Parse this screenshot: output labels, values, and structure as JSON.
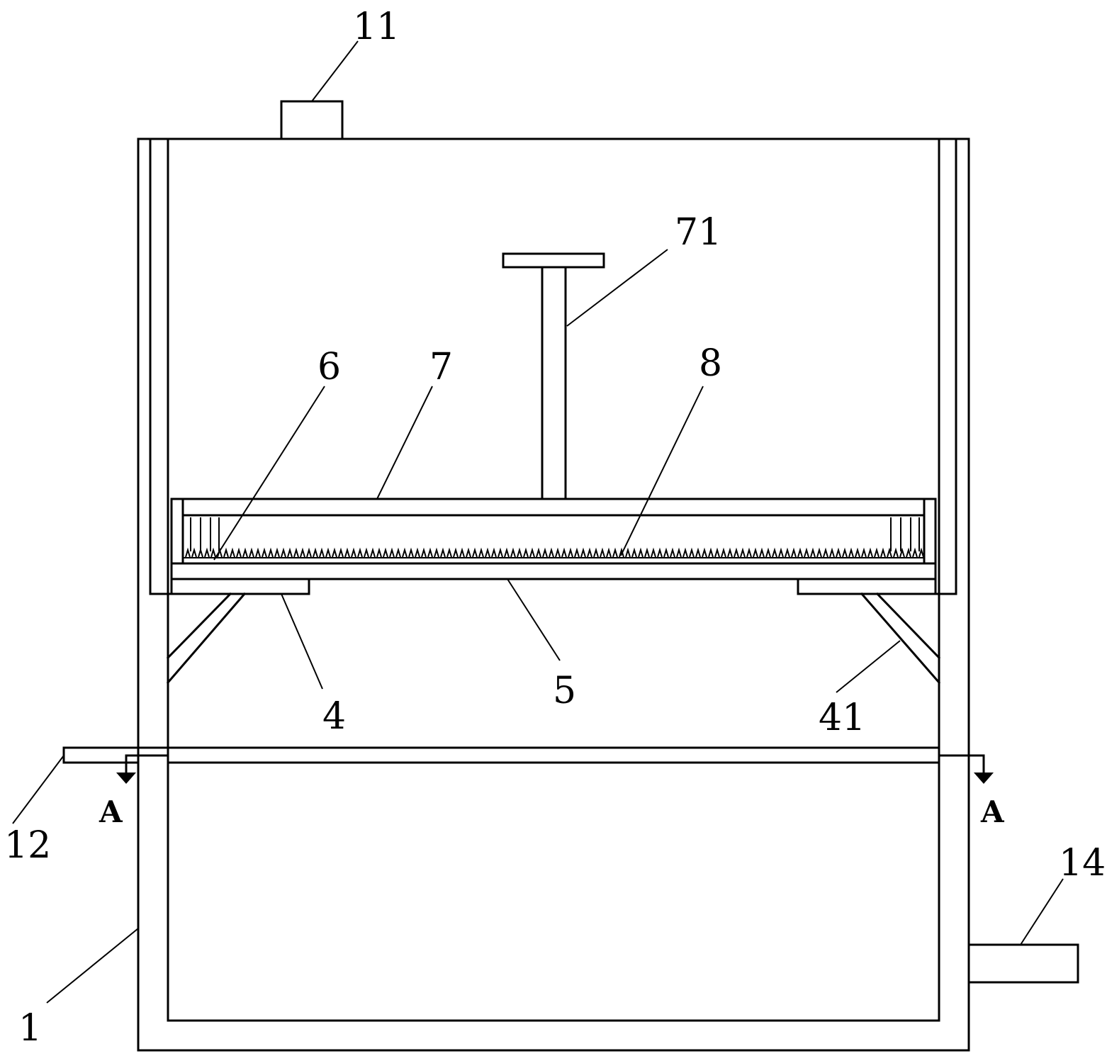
{
  "labels": {
    "l11": "11",
    "l71": "71",
    "l6": "6",
    "l7": "7",
    "l8": "8",
    "l4": "4",
    "l5": "5",
    "l41": "41",
    "l12": "12",
    "l1": "1",
    "l14": "14",
    "section_left": "A",
    "section_right": "A"
  }
}
